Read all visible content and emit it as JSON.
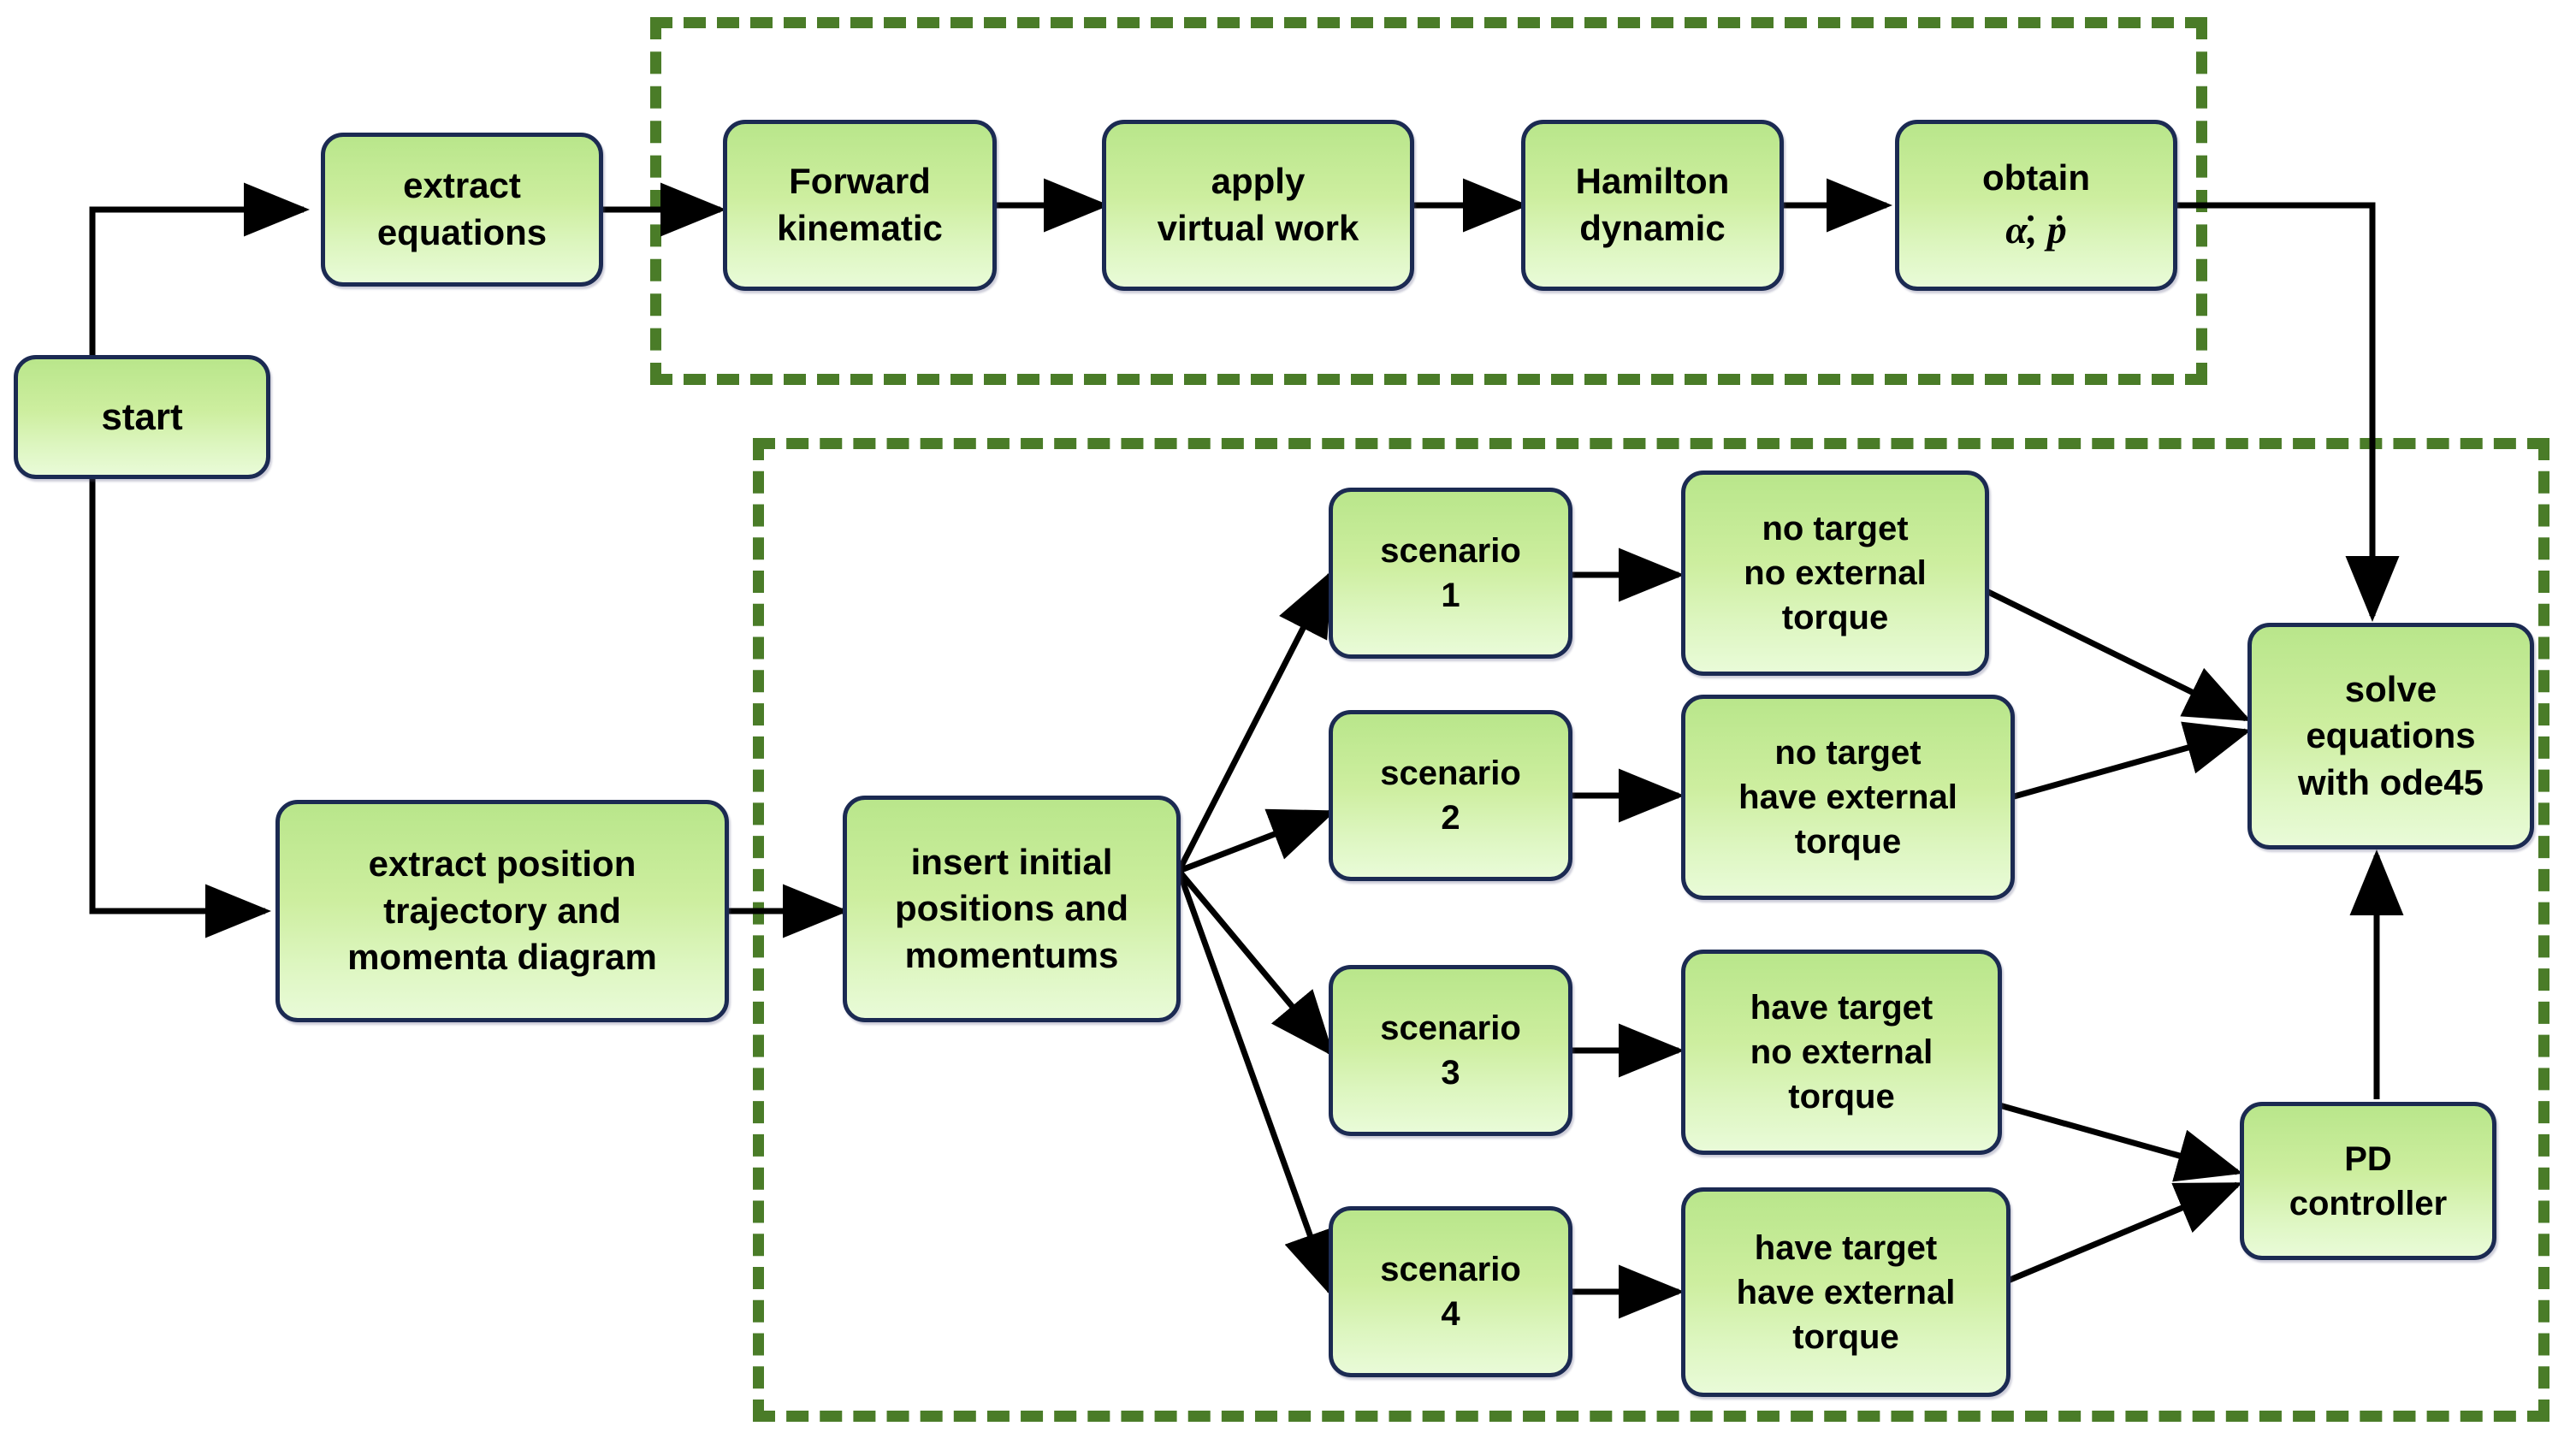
{
  "diagram": {
    "title": "simulation workflow flowchart",
    "colors": {
      "node_border": "#1b2a52",
      "node_fill_top": "#b9e68b",
      "node_fill_bottom": "#e9fbd8",
      "dashed_group_border": "#4a7c28",
      "arrow": "#000000",
      "background": "#ffffff"
    },
    "groups": [
      {
        "id": "dynamics-group",
        "label": ""
      },
      {
        "id": "scenarios-group",
        "label": ""
      }
    ],
    "nodes": [
      {
        "id": "start",
        "label": "start"
      },
      {
        "id": "extract-equations",
        "label": "extract\nequations"
      },
      {
        "id": "forward-kinematic",
        "label": "Forward\nkinematic"
      },
      {
        "id": "apply-virtual-work",
        "label": "apply\nvirtual work"
      },
      {
        "id": "hamilton-dynamic",
        "label": "Hamilton\ndynamic"
      },
      {
        "id": "obtain",
        "label": "obtain",
        "math": "α̇, ṗ"
      },
      {
        "id": "extract-position",
        "label": "extract position\ntrajectory and\nmomenta diagram"
      },
      {
        "id": "insert-initial",
        "label": "insert initial\npositions and\nmomentums"
      },
      {
        "id": "scenario-1",
        "label": "scenario\n1"
      },
      {
        "id": "scenario-2",
        "label": "scenario\n2"
      },
      {
        "id": "scenario-3",
        "label": "scenario\n3"
      },
      {
        "id": "scenario-4",
        "label": "scenario\n4"
      },
      {
        "id": "case-1",
        "label": "no target\nno external\ntorque"
      },
      {
        "id": "case-2",
        "label": "no target\nhave external\ntorque"
      },
      {
        "id": "case-3",
        "label": "have target\nno external\ntorque"
      },
      {
        "id": "case-4",
        "label": "have target\nhave external\ntorque"
      },
      {
        "id": "solve-equations",
        "label": "solve\nequations\nwith ode45"
      },
      {
        "id": "pd-controller",
        "label": "PD\ncontroller"
      }
    ],
    "edges": [
      {
        "from": "start",
        "to": "extract-equations"
      },
      {
        "from": "start",
        "to": "extract-position"
      },
      {
        "from": "extract-equations",
        "to": "forward-kinematic"
      },
      {
        "from": "forward-kinematic",
        "to": "apply-virtual-work"
      },
      {
        "from": "apply-virtual-work",
        "to": "hamilton-dynamic"
      },
      {
        "from": "hamilton-dynamic",
        "to": "obtain"
      },
      {
        "from": "obtain",
        "to": "solve-equations"
      },
      {
        "from": "extract-position",
        "to": "insert-initial"
      },
      {
        "from": "insert-initial",
        "to": "scenario-1"
      },
      {
        "from": "insert-initial",
        "to": "scenario-2"
      },
      {
        "from": "insert-initial",
        "to": "scenario-3"
      },
      {
        "from": "insert-initial",
        "to": "scenario-4"
      },
      {
        "from": "scenario-1",
        "to": "case-1"
      },
      {
        "from": "scenario-2",
        "to": "case-2"
      },
      {
        "from": "scenario-3",
        "to": "case-3"
      },
      {
        "from": "scenario-4",
        "to": "case-4"
      },
      {
        "from": "case-1",
        "to": "solve-equations"
      },
      {
        "from": "case-2",
        "to": "solve-equations"
      },
      {
        "from": "case-3",
        "to": "pd-controller"
      },
      {
        "from": "case-4",
        "to": "pd-controller"
      },
      {
        "from": "pd-controller",
        "to": "solve-equations"
      }
    ]
  }
}
